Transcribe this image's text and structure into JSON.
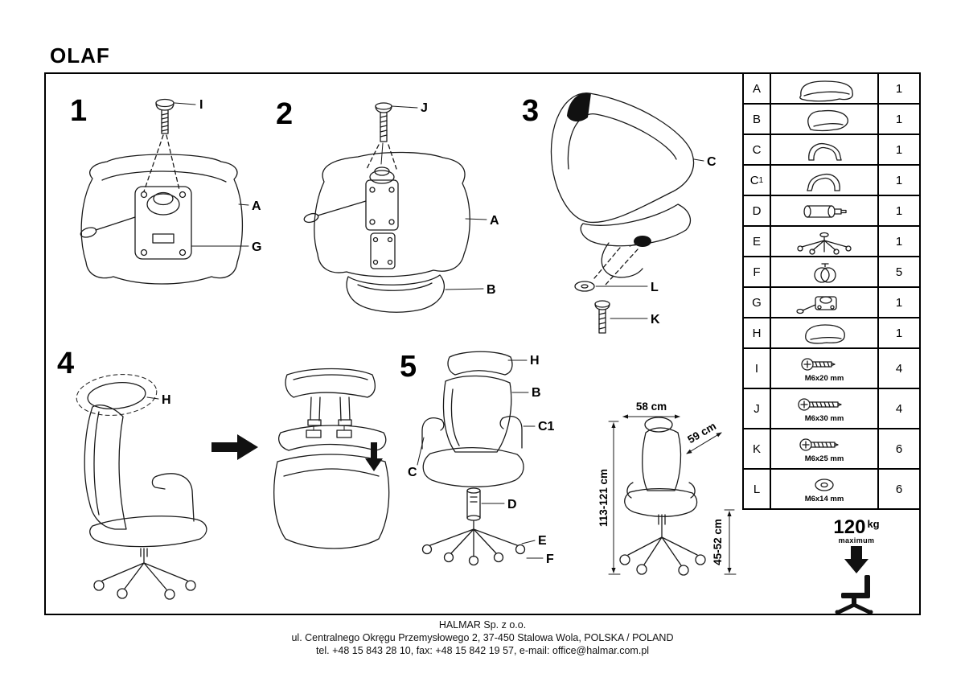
{
  "title": "OLAF",
  "steps": {
    "s1": {
      "num": "1",
      "labels": {
        "i": "I",
        "a": "A",
        "g": "G"
      }
    },
    "s2": {
      "num": "2",
      "labels": {
        "j": "J",
        "a": "A",
        "b": "B"
      }
    },
    "s3": {
      "num": "3",
      "labels": {
        "c": "C",
        "l": "L",
        "k": "K"
      }
    },
    "s4": {
      "num": "4",
      "labels": {
        "h": "H"
      }
    },
    "s5": {
      "num": "5",
      "labels": {
        "h": "H",
        "b": "B",
        "c1": "C1",
        "c": "C",
        "d": "D",
        "e": "E",
        "f": "F"
      }
    }
  },
  "dimensions": {
    "width": "58 cm",
    "depth": "59 cm",
    "height": "113-121 cm",
    "seat_height": "45-52 cm"
  },
  "parts": [
    {
      "id": "A",
      "sub": "",
      "qty": "1",
      "spec": ""
    },
    {
      "id": "B",
      "sub": "",
      "qty": "1",
      "spec": ""
    },
    {
      "id": "C",
      "sub": "",
      "qty": "1",
      "spec": ""
    },
    {
      "id": "C",
      "sub": "1",
      "qty": "1",
      "spec": ""
    },
    {
      "id": "D",
      "sub": "",
      "qty": "1",
      "spec": ""
    },
    {
      "id": "E",
      "sub": "",
      "qty": "1",
      "spec": ""
    },
    {
      "id": "F",
      "sub": "",
      "qty": "5",
      "spec": ""
    },
    {
      "id": "G",
      "sub": "",
      "qty": "1",
      "spec": ""
    },
    {
      "id": "H",
      "sub": "",
      "qty": "1",
      "spec": ""
    },
    {
      "id": "I",
      "sub": "",
      "qty": "4",
      "spec": "M6x20 mm"
    },
    {
      "id": "J",
      "sub": "",
      "qty": "4",
      "spec": "M6x30 mm"
    },
    {
      "id": "K",
      "sub": "",
      "qty": "6",
      "spec": "M6x25 mm"
    },
    {
      "id": "L",
      "sub": "",
      "qty": "6",
      "spec": "M6x14 mm"
    }
  ],
  "max_load": {
    "value": "120",
    "unit": "kg",
    "note": "maximum"
  },
  "footer": {
    "line1": "HALMAR Sp. z o.o.",
    "line2": "ul. Centralnego Okręgu Przemysłowego 2, 37-450 Stalowa Wola, POLSKA / POLAND",
    "line3": "tel. +48 15 843 28 10, fax: +48 15 842 19 57, e-mail: office@halmar.com.pl"
  }
}
